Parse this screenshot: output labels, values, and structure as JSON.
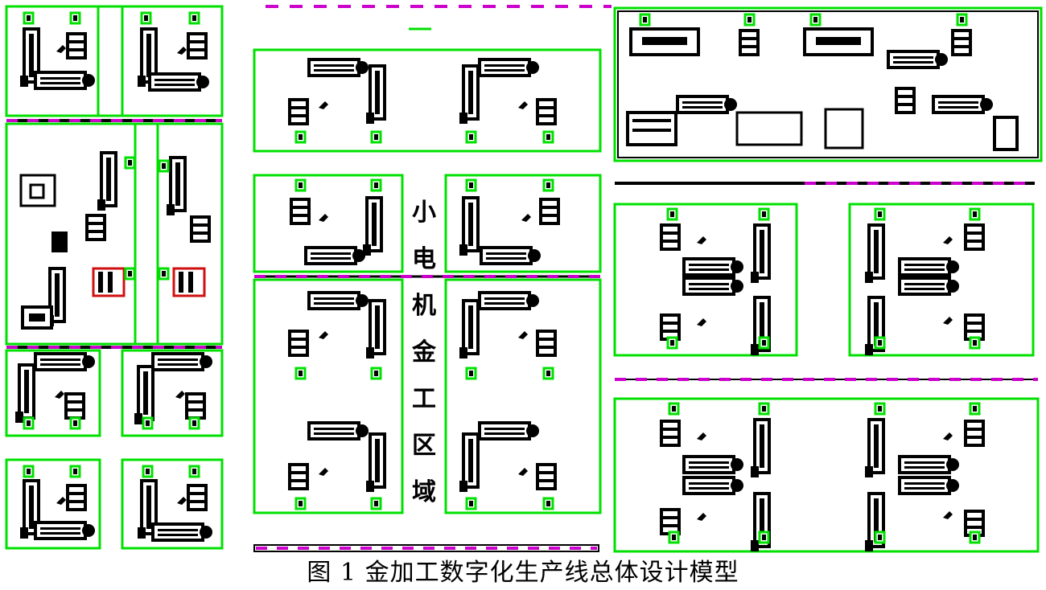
{
  "caption": "图 1   金加工数字化生产线总体设计模型",
  "zone_label": [
    "小",
    "电",
    "机",
    "金",
    "工",
    "区",
    "域"
  ],
  "colors": {
    "zone_border": "#00e000",
    "aisle_line": "#cc00cc",
    "equipment": "#000000",
    "highlight": "#d01010"
  }
}
